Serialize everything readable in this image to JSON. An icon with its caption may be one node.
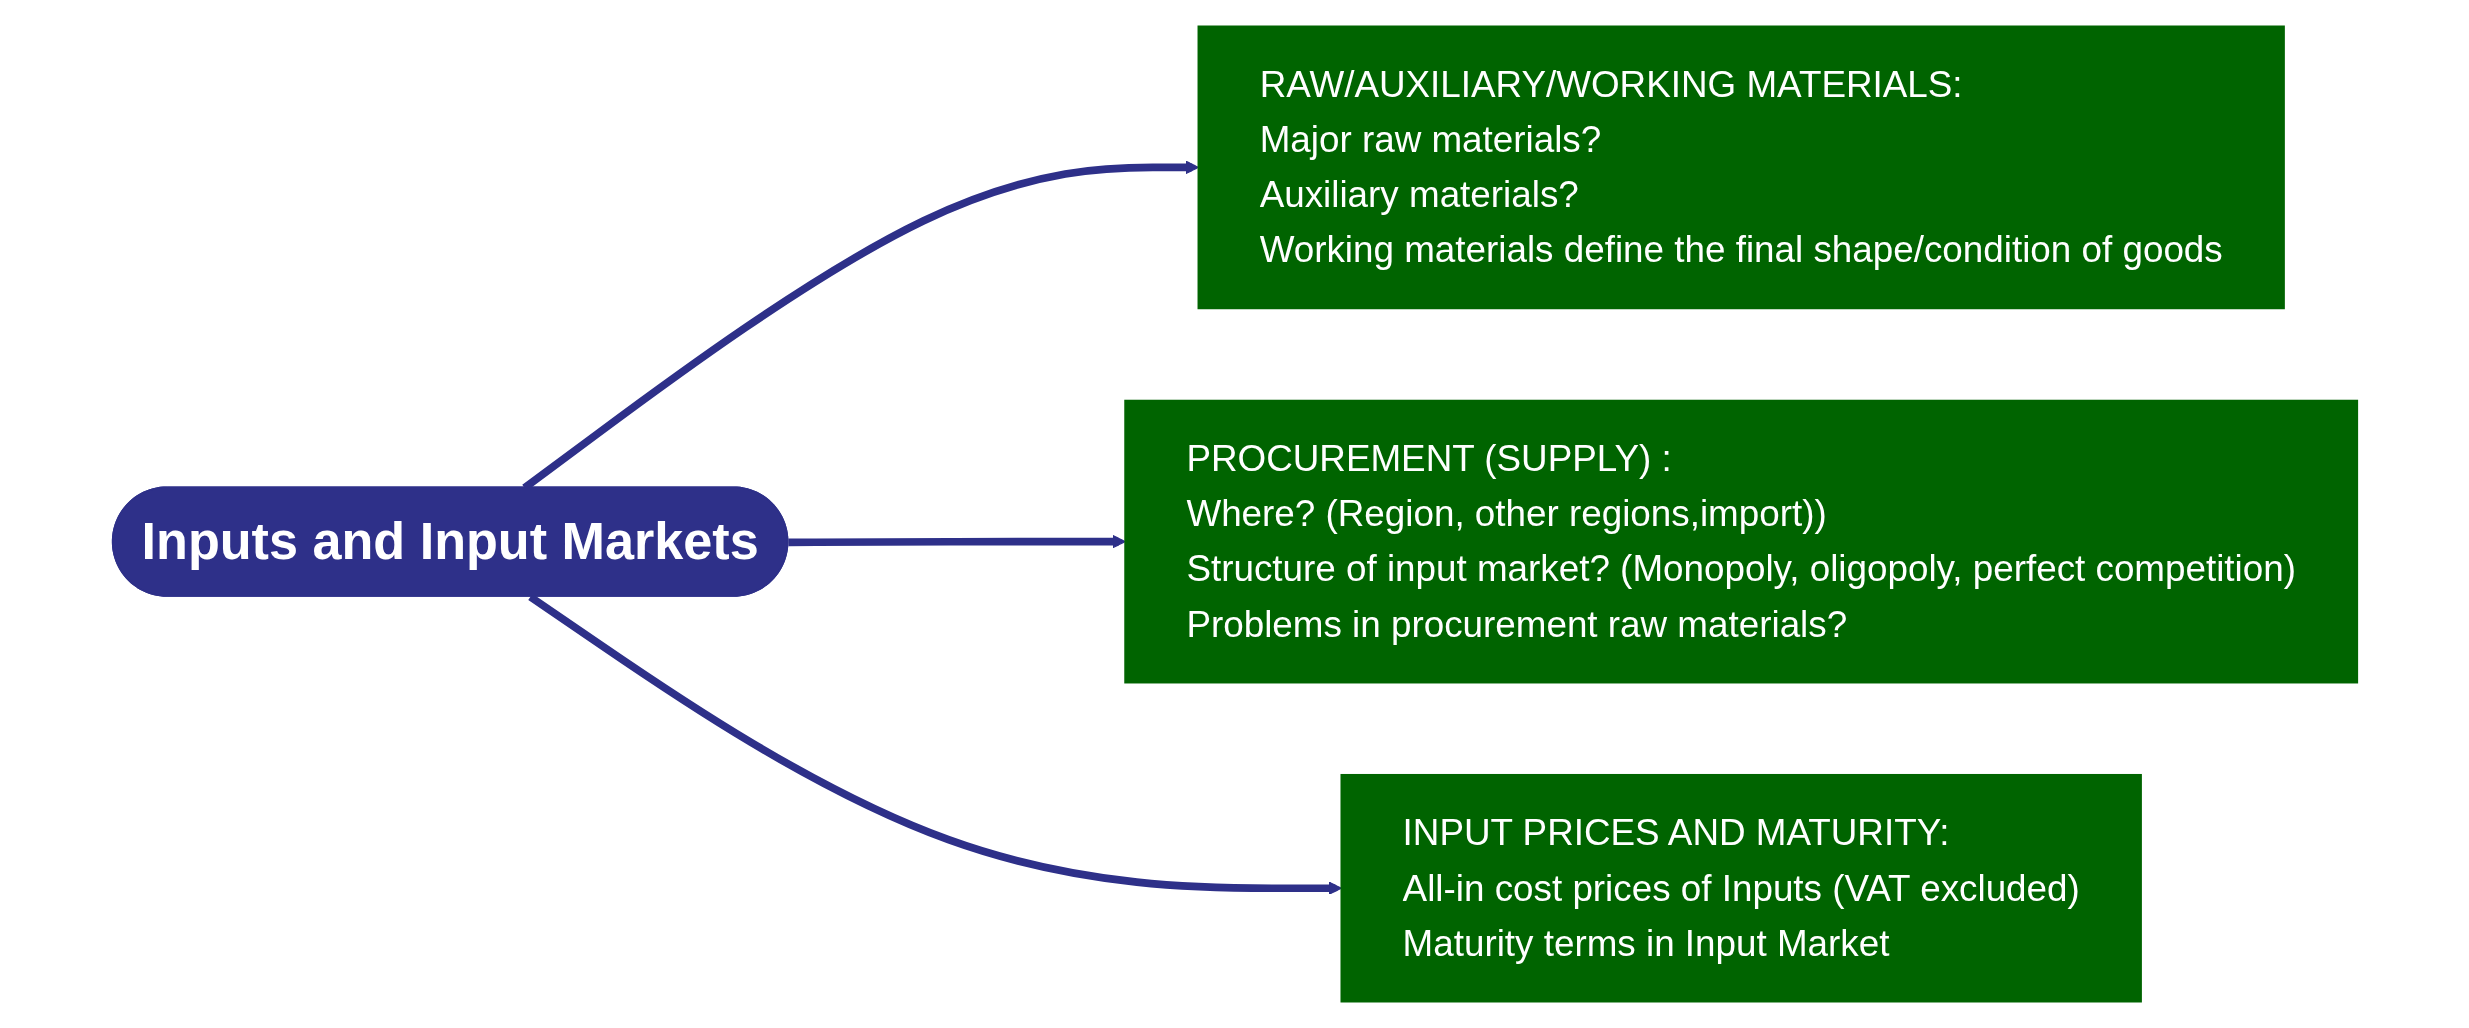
{
  "diagram": {
    "nodes": [
      {
        "text": [
          "Inputs and Input Markets"
        ]
      },
      {
        "text": [
          "RAW/AUXILIARY/WORKING MATERIALS:",
          "Major raw materials?",
          "Auxiliary materials?",
          "Working materials define the final shape/condition of goods"
        ]
      },
      {
        "text": [
          "PROCUREMENT (SUPPLY) :",
          "Where? (Region, other regions,import))",
          "Structure of input market? (Monopoly, oligopoly, perfect competition)",
          "Problems in procurement raw materials?"
        ]
      },
      {
        "text": [
          "INPUT PRICES AND MATURITY:",
          "All-in cost prices of Inputs (VAT excluded)",
          "Maturity terms in Input Market"
        ]
      }
    ],
    "edges": [
      {
        "from": 0,
        "to": 1,
        "arrow": "to"
      },
      {
        "from": 0,
        "to": 2,
        "arrow": "to"
      },
      {
        "from": 0,
        "to": 3,
        "arrow": "to"
      }
    ]
  }
}
